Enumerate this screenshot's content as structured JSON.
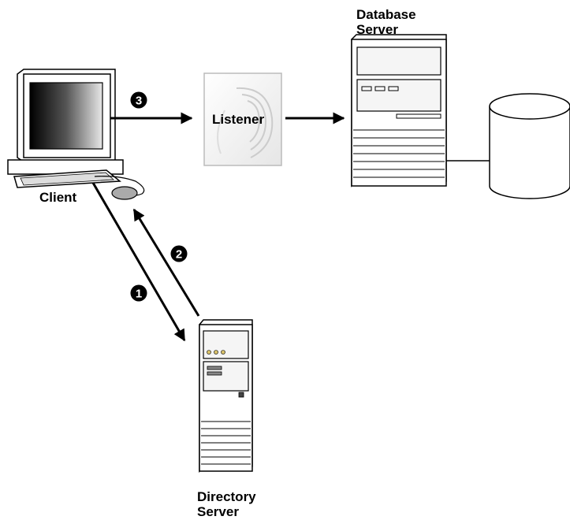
{
  "labels": {
    "client": "Client",
    "listener": "Listener",
    "database_server_line1": "Database",
    "database_server_line2": "Server",
    "directory_server_line1": "Directory",
    "directory_server_line2": "Server"
  },
  "steps": {
    "step1": "1",
    "step2": "2",
    "step3": "3"
  },
  "colors": {
    "stroke": "#000000",
    "fill": "#ffffff",
    "panel": "#f2f2f2"
  }
}
